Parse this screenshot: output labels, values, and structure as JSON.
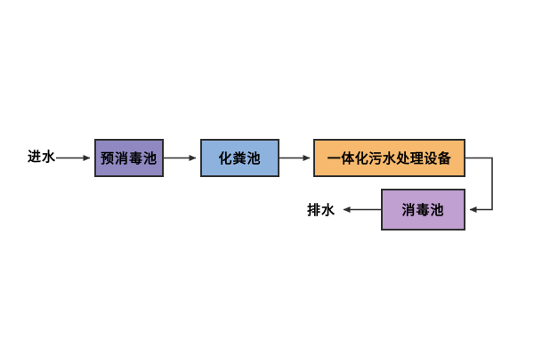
{
  "diagram": {
    "type": "flowchart",
    "background_color": "#ffffff",
    "line_color": "#2e2e2e",
    "text_color": "#000000",
    "inlet_label": "进水",
    "outlet_label": "排水",
    "nodes": [
      {
        "id": "pre-disinfection-tank",
        "label": "预消毒池",
        "color": "#8f88c1"
      },
      {
        "id": "septic-tank",
        "label": "化粪池",
        "color": "#8eb2de"
      },
      {
        "id": "integrated-sewage-equipment",
        "label": "一体化污水处理设备",
        "color": "#f6b96e"
      },
      {
        "id": "disinfection-tank",
        "label": "消毒池",
        "color": "#c09fd1"
      }
    ],
    "edges": [
      {
        "from": "进水",
        "to": "预消毒池"
      },
      {
        "from": "预消毒池",
        "to": "化粪池"
      },
      {
        "from": "化粪池",
        "to": "一体化污水处理设备"
      },
      {
        "from": "一体化污水处理设备",
        "to": "消毒池"
      },
      {
        "from": "消毒池",
        "to": "排水"
      }
    ]
  }
}
